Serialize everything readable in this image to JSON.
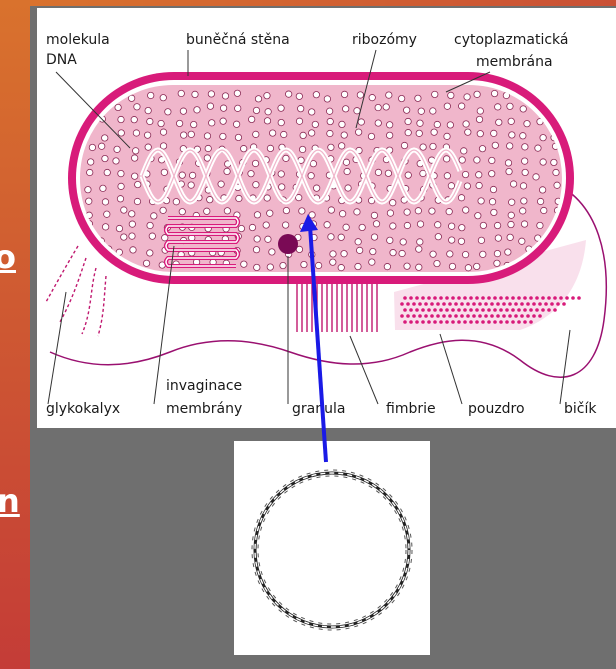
{
  "slide": {
    "title_fragment_1": "o",
    "title_fragment_2": "n"
  },
  "diagram": {
    "labels": {
      "dna_line1": "molekula",
      "dna_line2": "DNA",
      "cell_wall": "buněčná stěna",
      "ribosomes": "ribozómy",
      "membrane_line1": "cytoplazmatická",
      "membrane_line2": "membrána",
      "glycocalyx": "glykokalyx",
      "invagination_line1": "invaginace",
      "invagination_line2": "membrány",
      "granule": "granula",
      "fimbriae": "fimbrie",
      "capsule": "pouzdro",
      "flagellum": "bičík"
    }
  },
  "colors": {
    "wall": "#d81b7a",
    "cytoplasm": "#f0b6cb",
    "arrow": "#1a1ae6",
    "granule": "#7a0a55",
    "capsule": "#d81b7a"
  }
}
